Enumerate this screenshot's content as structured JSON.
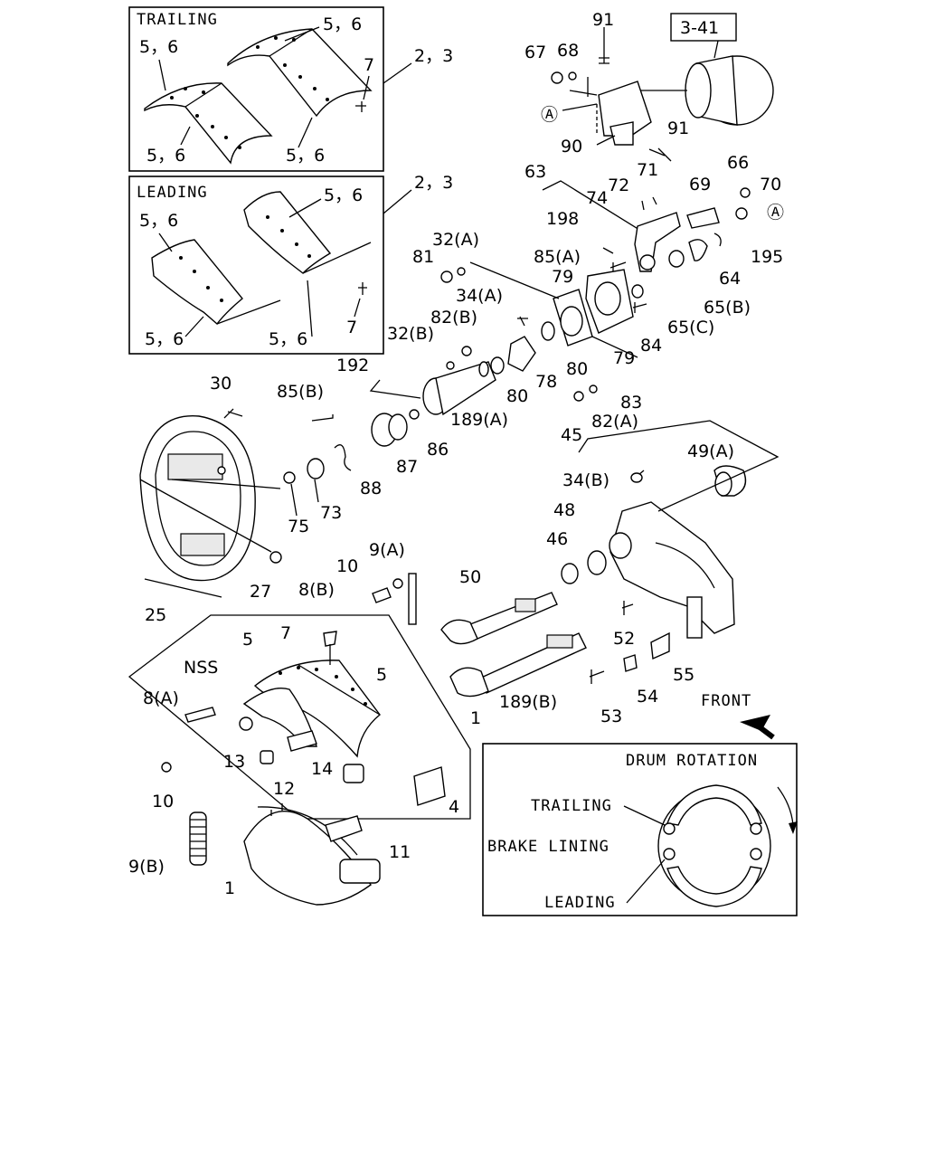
{
  "ref_box": "3-41",
  "panels": {
    "trailing": {
      "title": "TRAILING",
      "labels": [
        "5，6",
        "5，6",
        "5，6",
        "5，6",
        "7"
      ],
      "callout": "2，3"
    },
    "leading": {
      "title": "LEADING",
      "labels": [
        "5，6",
        "5，6",
        "5，6",
        "5，6",
        "7"
      ],
      "callout": "2，3"
    }
  },
  "part_labels": [
    "91",
    "67",
    "68",
    "Ⓐ",
    "90",
    "91",
    "63",
    "71",
    "66",
    "72",
    "74",
    "69",
    "70",
    "Ⓐ",
    "198",
    "195",
    "85(A)",
    "64",
    "65(B)",
    "65(C)",
    "79",
    "84",
    "79",
    "80",
    "81",
    "32(A)",
    "34(A)",
    "82(B)",
    "32(B)",
    "78",
    "80",
    "192",
    "189(A)",
    "83",
    "82(A)",
    "30",
    "85(B)",
    "87",
    "86",
    "88",
    "45",
    "49(A)",
    "34(B)",
    "75",
    "73",
    "48",
    "46",
    "9(A)",
    "10",
    "8(B)",
    "27",
    "25",
    "50",
    "52",
    "7",
    "5",
    "5",
    "NSS",
    "55",
    "8(A)",
    "54",
    "189(B)",
    "53",
    "FRONT",
    "13",
    "14",
    "1",
    "10",
    "12",
    "4",
    "11",
    "9(B)",
    "1"
  ],
  "rotation_inset": {
    "title": "DRUM ROTATION",
    "trailing": "TRAILING",
    "brake_lining": "BRAKE LINING",
    "leading": "LEADING"
  }
}
